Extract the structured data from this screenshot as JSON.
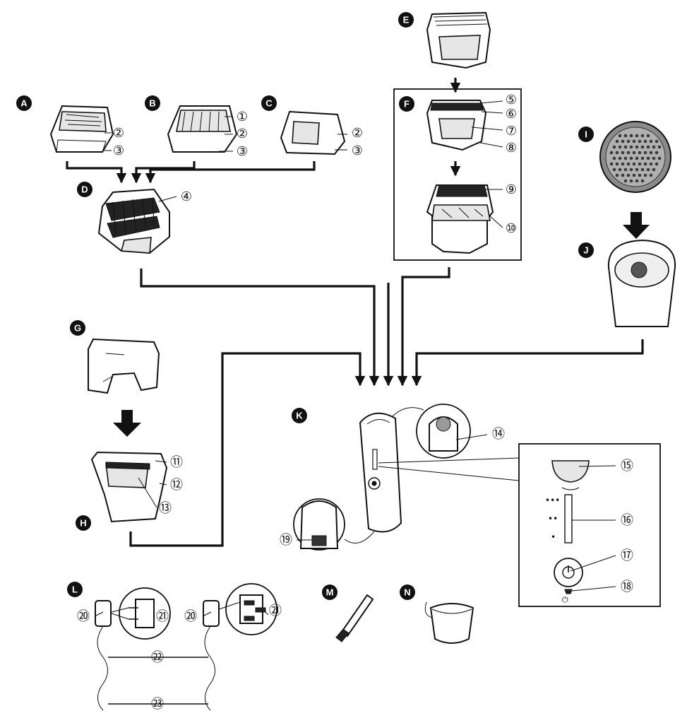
{
  "colors": {
    "ink": "#111111",
    "badge": "#111111",
    "paper": "#ffffff",
    "shade": "#e6e6e6"
  },
  "letters": {
    "A": "A",
    "B": "B",
    "C": "C",
    "D": "D",
    "E": "E",
    "F": "F",
    "G": "G",
    "H": "H",
    "I": "I",
    "J": "J",
    "K": "K",
    "L": "L",
    "M": "M",
    "N": "N"
  },
  "numbers": {
    "n1": "①",
    "n2": "②",
    "n3": "③",
    "n4": "④",
    "n5": "⑤",
    "n6": "⑥",
    "n7": "⑦",
    "n8": "⑧",
    "n9": "⑨",
    "n10": "⑩",
    "n11": "⑪",
    "n12": "⑫",
    "n13": "⑬",
    "n14": "⑭",
    "n15": "⑮",
    "n16": "⑯",
    "n17": "⑰",
    "n18": "⑱",
    "n19": "⑲",
    "n20": "⑳",
    "n21": "㉑",
    "n22": "㉒",
    "n23": "㉓"
  }
}
